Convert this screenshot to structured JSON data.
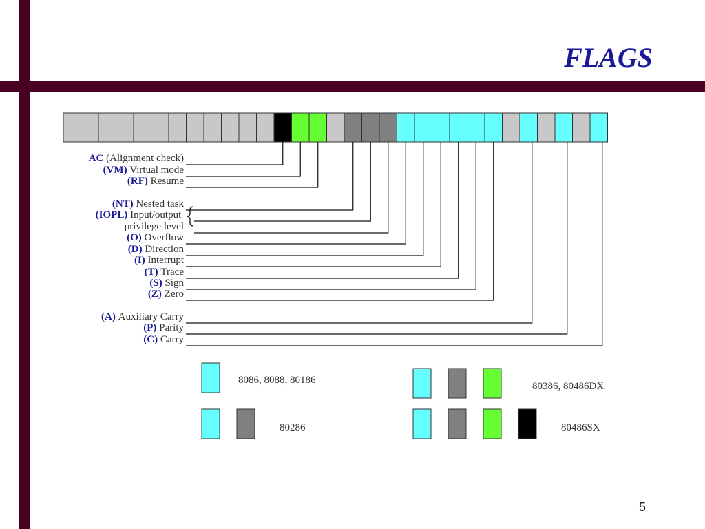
{
  "slide": {
    "title": "FLAGS",
    "page_number": "5"
  },
  "colors": {
    "unused": "#c8c8c8",
    "ac": "#000000",
    "added_386": "#66ff33",
    "added_286": "#808080",
    "original_8086": "#66ffff",
    "title": "#1a1a99",
    "bar": "#4a0022"
  },
  "register": {
    "bits": [
      "unused",
      "unused",
      "unused",
      "unused",
      "unused",
      "unused",
      "unused",
      "unused",
      "unused",
      "unused",
      "unused",
      "unused",
      "ac",
      "added_386",
      "added_386",
      "unused",
      "added_286",
      "added_286",
      "added_286",
      "original_8086",
      "original_8086",
      "original_8086",
      "original_8086",
      "original_8086",
      "original_8086",
      "unused",
      "original_8086",
      "unused",
      "original_8086",
      "unused",
      "original_8086"
    ]
  },
  "flags": [
    {
      "abbr": "AC",
      "desc": "(Alignment check)"
    },
    {
      "abbr": "(VM)",
      "desc": "Virtual mode"
    },
    {
      "abbr": "(RF)",
      "desc": "Resume"
    },
    {
      "abbr": "(NT)",
      "desc": "Nested task"
    },
    {
      "abbr": "(IOPL)",
      "desc": "Input/output"
    },
    {
      "abbr": "",
      "desc": "privilege level"
    },
    {
      "abbr": "(O)",
      "desc": "Overflow"
    },
    {
      "abbr": "(D)",
      "desc": "Direction"
    },
    {
      "abbr": "(I)",
      "desc": "Interrupt"
    },
    {
      "abbr": "(T)",
      "desc": "Trace"
    },
    {
      "abbr": "(S)",
      "desc": "Sign"
    },
    {
      "abbr": "(Z)",
      "desc": "Zero"
    },
    {
      "abbr": "(A)",
      "desc": "Auxiliary Carry"
    },
    {
      "abbr": "(P)",
      "desc": "Parity"
    },
    {
      "abbr": "(C)",
      "desc": "Carry"
    }
  ],
  "legend": [
    {
      "swatches": [
        "original_8086"
      ],
      "label": "8086, 8088, 80186"
    },
    {
      "swatches": [
        "original_8086",
        "added_286",
        "added_386"
      ],
      "label": "80386, 80486DX"
    },
    {
      "swatches": [
        "original_8086",
        "added_286"
      ],
      "label": "80286"
    },
    {
      "swatches": [
        "original_8086",
        "added_286",
        "added_386",
        "ac"
      ],
      "label": "80486SX"
    }
  ]
}
